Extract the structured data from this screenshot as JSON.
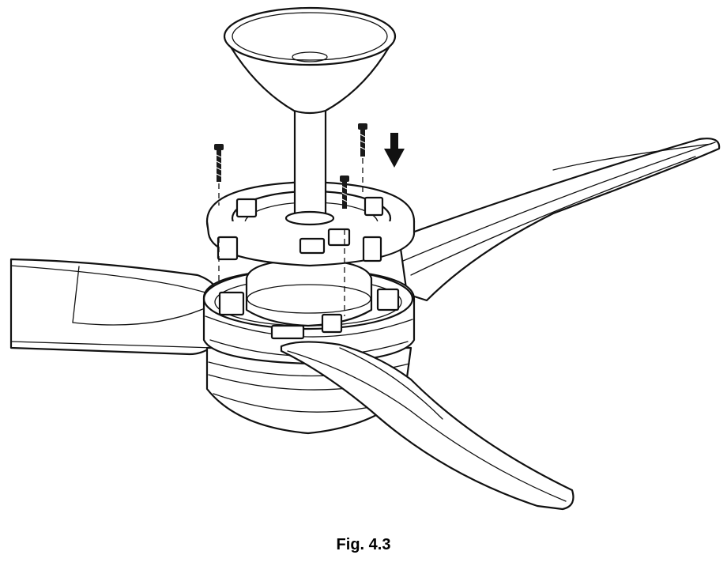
{
  "figure": {
    "caption": "Fig. 4.3",
    "colors": {
      "line": "#111111",
      "background": "#ffffff"
    },
    "parts": [
      "canopy",
      "downrod",
      "mounting-ring",
      "screws",
      "motor-housing",
      "blades",
      "direction-arrow"
    ],
    "screw_count": 3,
    "blade_count": 3
  }
}
